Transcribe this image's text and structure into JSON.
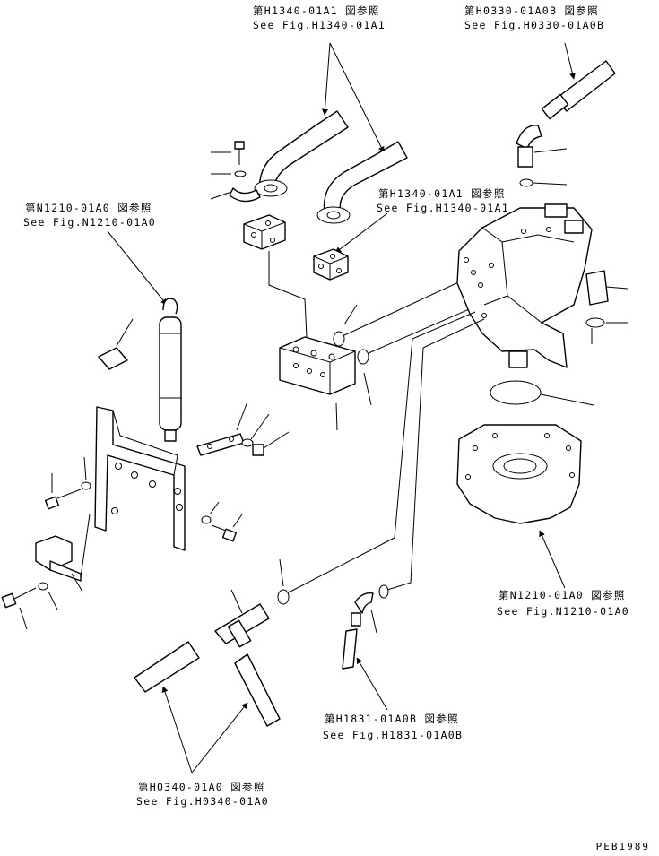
{
  "references": [
    {
      "id": "h1340_top",
      "jp": "第H1340-01A1 図参照",
      "en": "See Fig.H1340-01A1"
    },
    {
      "id": "h0330",
      "jp": "第H0330-01A0B 図参照",
      "en": "See Fig.H0330-01A0B"
    },
    {
      "id": "h1340_mid",
      "jp": "第H1340-01A1 図参照",
      "en": "See Fig.H1340-01A1"
    },
    {
      "id": "n1210_left",
      "jp": "第N1210-01A0 図参照",
      "en": "See Fig.N1210-01A0"
    },
    {
      "id": "n1210_right",
      "jp": "第N1210-01A0 図参照",
      "en": "See Fig.N1210-01A0"
    },
    {
      "id": "h1831",
      "jp": "第H1831-01A0B 図参照",
      "en": "See Fig.H1831-01A0B"
    },
    {
      "id": "h0340",
      "jp": "第H0340-01A0 図参照",
      "en": "See Fig.H0340-01A0"
    }
  ],
  "document_code": "PEB1989"
}
